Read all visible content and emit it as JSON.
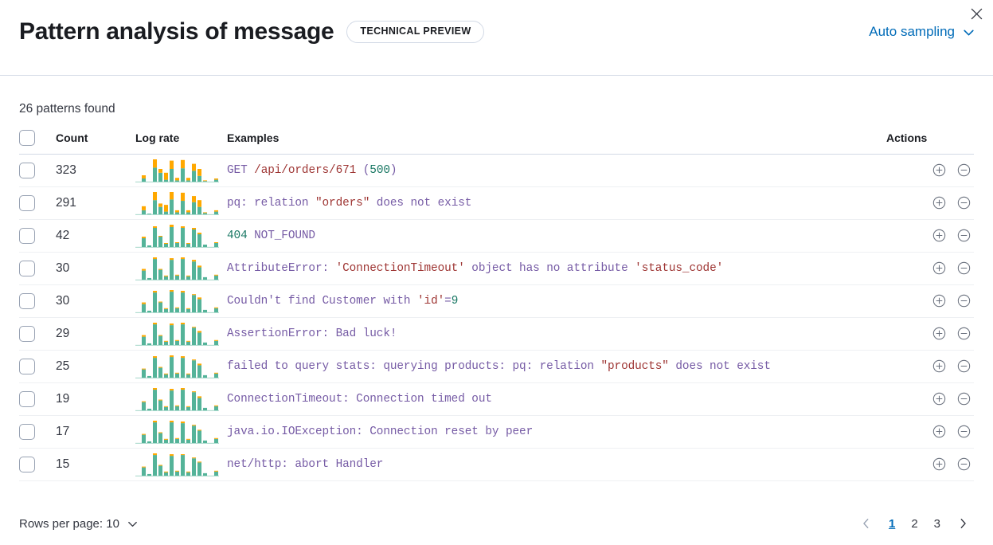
{
  "header": {
    "title": "Pattern analysis of message",
    "badge": "TECHNICAL PREVIEW",
    "sampling_label": "Auto sampling",
    "close_label": "Close"
  },
  "summary": {
    "patterns_found": "26 patterns found"
  },
  "table": {
    "columns": {
      "count": "Count",
      "log_rate": "Log rate",
      "examples": "Examples",
      "actions": "Actions"
    },
    "action_labels": {
      "filter_in": "Filter for pattern",
      "filter_out": "Filter out pattern"
    },
    "rows": [
      {
        "count": "323",
        "example": "GET /api/orders/671 (500)",
        "tokens": [
          {
            "t": "GET ",
            "k": "default"
          },
          {
            "t": "/api/orders/671",
            "k": "string"
          },
          {
            "t": " (",
            "k": "default"
          },
          {
            "t": "500",
            "k": "number"
          },
          {
            "t": ")",
            "k": "default"
          }
        ],
        "sparkline": {
          "base": [
            0,
            5,
            0,
            22,
            14,
            3,
            20,
            2,
            21,
            2,
            17,
            9,
            1,
            0,
            3
          ],
          "accent": [
            0,
            5,
            0,
            13,
            6,
            11,
            13,
            4,
            13,
            4,
            11,
            11,
            1,
            0,
            2
          ]
        }
      },
      {
        "count": "291",
        "example": "pq: relation \"orders\" does not exist",
        "tokens": [
          {
            "t": "pq: relation ",
            "k": "default"
          },
          {
            "t": "\"orders\"",
            "k": "string"
          },
          {
            "t": " does not exist",
            "k": "default"
          }
        ],
        "sparkline": {
          "base": [
            0,
            6,
            1,
            21,
            11,
            4,
            22,
            3,
            20,
            3,
            18,
            11,
            2,
            0,
            4
          ],
          "accent": [
            0,
            6,
            0,
            12,
            5,
            10,
            11,
            3,
            12,
            3,
            9,
            10,
            1,
            0,
            2
          ]
        }
      },
      {
        "count": "42",
        "example": "404 NOT_FOUND",
        "tokens": [
          {
            "t": "404",
            "k": "number"
          },
          {
            "t": " NOT_FOUND",
            "k": "default"
          }
        ],
        "sparkline": {
          "base": [
            0,
            11,
            2,
            24,
            13,
            4,
            25,
            5,
            24,
            4,
            22,
            16,
            3,
            0,
            5
          ],
          "accent": [
            0,
            2,
            0,
            2,
            1,
            1,
            3,
            1,
            2,
            1,
            2,
            2,
            0,
            0,
            1
          ]
        }
      },
      {
        "count": "30",
        "example": "AttributeError: 'ConnectionTimeout' object has no attribute 'status_code'",
        "tokens": [
          {
            "t": "AttributeError: ",
            "k": "default"
          },
          {
            "t": "'ConnectionTimeout'",
            "k": "string"
          },
          {
            "t": " object has no attribute ",
            "k": "default"
          },
          {
            "t": "'status_code'",
            "k": "string"
          }
        ],
        "sparkline": {
          "base": [
            0,
            11,
            2,
            25,
            12,
            4,
            24,
            5,
            25,
            4,
            22,
            15,
            3,
            0,
            5
          ],
          "accent": [
            0,
            2,
            0,
            2,
            1,
            1,
            2,
            1,
            2,
            1,
            2,
            2,
            0,
            0,
            1
          ]
        }
      },
      {
        "count": "30",
        "example": "Couldn't find Customer with 'id'=9",
        "tokens": [
          {
            "t": "Couldn't find Customer with ",
            "k": "default"
          },
          {
            "t": "'id'",
            "k": "string"
          },
          {
            "t": "=",
            "k": "default"
          },
          {
            "t": "9",
            "k": "number"
          }
        ],
        "sparkline": {
          "base": [
            0,
            10,
            2,
            24,
            12,
            4,
            25,
            5,
            24,
            4,
            21,
            16,
            3,
            0,
            5
          ],
          "accent": [
            0,
            2,
            0,
            2,
            1,
            1,
            2,
            1,
            2,
            1,
            1,
            2,
            0,
            0,
            1
          ]
        }
      },
      {
        "count": "29",
        "example": "AssertionError: Bad luck!",
        "tokens": [
          {
            "t": "AssertionError: Bad luck!",
            "k": "default"
          }
        ],
        "sparkline": {
          "base": [
            0,
            10,
            2,
            25,
            11,
            4,
            24,
            5,
            25,
            4,
            21,
            15,
            3,
            0,
            5
          ],
          "accent": [
            0,
            2,
            0,
            2,
            1,
            1,
            2,
            1,
            2,
            1,
            1,
            2,
            0,
            0,
            1
          ]
        }
      },
      {
        "count": "25",
        "example": "failed to query stats: querying products: pq: relation \"products\" does not exist",
        "tokens": [
          {
            "t": "failed to query stats: querying products: pq: relation ",
            "k": "default"
          },
          {
            "t": "\"products\"",
            "k": "string"
          },
          {
            "t": " does not exist",
            "k": "default"
          }
        ],
        "sparkline": {
          "base": [
            0,
            10,
            2,
            24,
            12,
            4,
            25,
            5,
            24,
            4,
            21,
            15,
            3,
            0,
            5
          ],
          "accent": [
            0,
            1,
            0,
            2,
            1,
            1,
            2,
            1,
            2,
            1,
            1,
            2,
            0,
            0,
            1
          ]
        }
      },
      {
        "count": "19",
        "example": "ConnectionTimeout: Connection timed out",
        "tokens": [
          {
            "t": "ConnectionTimeout: Connection timed out",
            "k": "default"
          }
        ],
        "sparkline": {
          "base": [
            0,
            10,
            2,
            25,
            12,
            4,
            24,
            5,
            25,
            4,
            22,
            15,
            3,
            0,
            5
          ],
          "accent": [
            0,
            1,
            0,
            2,
            1,
            1,
            2,
            1,
            2,
            1,
            1,
            2,
            0,
            0,
            1
          ]
        }
      },
      {
        "count": "17",
        "example": "java.io.IOException: Connection reset by peer",
        "tokens": [
          {
            "t": "java.io.IOException: Connection reset by peer",
            "k": "default"
          }
        ],
        "sparkline": {
          "base": [
            0,
            10,
            2,
            25,
            12,
            4,
            25,
            5,
            24,
            4,
            21,
            15,
            3,
            0,
            5
          ],
          "accent": [
            0,
            1,
            0,
            2,
            1,
            1,
            2,
            1,
            2,
            1,
            1,
            1,
            0,
            0,
            1
          ]
        }
      },
      {
        "count": "15",
        "example": "net/http: abort Handler",
        "tokens": [
          {
            "t": "net/http: abort Handler",
            "k": "default"
          }
        ],
        "sparkline": {
          "base": [
            0,
            10,
            2,
            25,
            12,
            4,
            24,
            5,
            25,
            4,
            21,
            16,
            3,
            0,
            5
          ],
          "accent": [
            0,
            1,
            0,
            2,
            1,
            1,
            2,
            1,
            1,
            1,
            1,
            1,
            0,
            0,
            1
          ]
        }
      }
    ]
  },
  "footer": {
    "rows_per_page": "Rows per page: 10",
    "pages": [
      "1",
      "2",
      "3"
    ],
    "active_page": "1"
  },
  "colors": {
    "accent": "#006bb8",
    "spark_base": "#54b399",
    "spark_accent": "#ffa800",
    "token_default": "#765ba5",
    "token_string": "#9e3533",
    "token_number": "#1a7864"
  }
}
